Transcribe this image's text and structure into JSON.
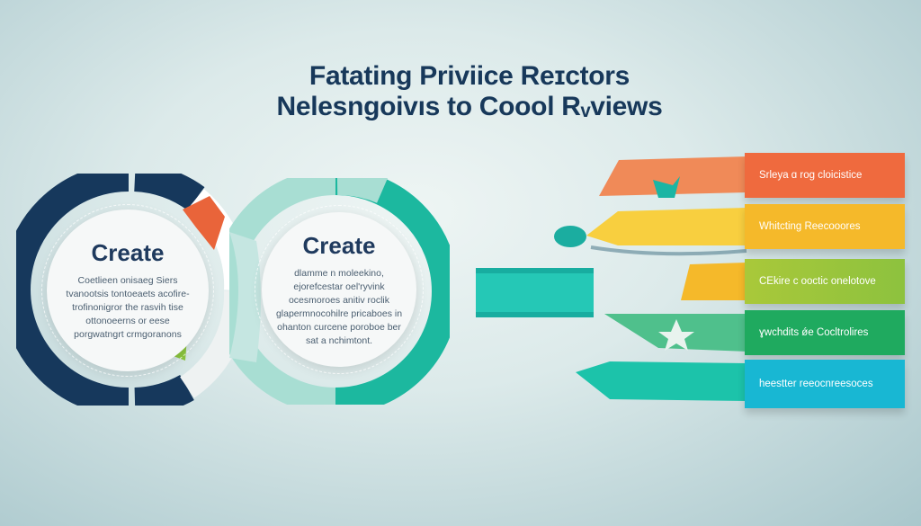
{
  "title": {
    "line1": "Fatating Priviice Reɪctors",
    "line2": "Nelesngoivıs to Coool Rᵥviews"
  },
  "circles": [
    {
      "heading": "Create",
      "body": "Coetlieen onisaeg Siers tvanootsis tontoeaets acofire-trofinonigror the rasvih tise ottonoeerns or eese porgwatngrt crmgoranons",
      "colors": {
        "ring": "#16385c",
        "accent1": "#e9643a",
        "accent2": "#8cc63f"
      }
    },
    {
      "heading": "Create",
      "body": "dlamme n moleekino, ejorefcestar oel'ryvink ocesmoroes anitiv roclik glapermnocohilre pricaboes in ohanton curcene poroboe ber sat a nchimtont.",
      "colors": {
        "ring": "#1cb89f",
        "ring_light": "#a8ded3"
      }
    }
  ],
  "ribbons": [
    {
      "label": "Srleya ɑ rog cloicistice",
      "color": "#ef6a3e",
      "tail": "#f08a58",
      "icon": "star-icon"
    },
    {
      "label": "Whitcting Reecooores",
      "color": "#f5b92a",
      "tail": "#f8cf3f",
      "icon": "blob-icon"
    },
    {
      "label": "CEkire c ooctic onelotove",
      "color": "#9dc43b",
      "tail": "#f5b92a",
      "icon": ""
    },
    {
      "label": "ɣwchdits ǿe Cocltrolires",
      "color": "#1faa5f",
      "tail": "#4fc08c",
      "icon": "star-icon"
    },
    {
      "label": "heestter reeocnreesoces",
      "color": "#18b7d3",
      "tail": "#1cc3aa",
      "icon": ""
    }
  ]
}
